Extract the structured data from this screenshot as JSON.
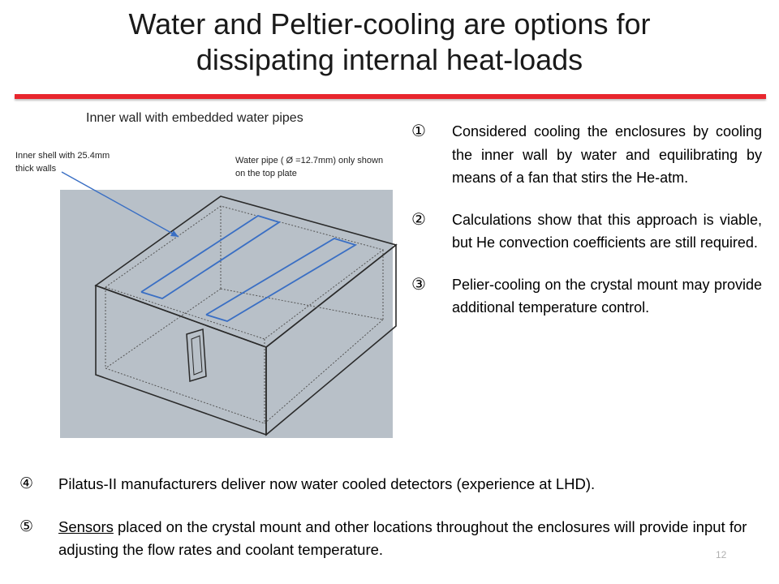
{
  "slide": {
    "title_line1": "Water and Peltier-cooling are options for",
    "title_line2": "dissipating internal heat-loads",
    "accent_color": "#e8262d"
  },
  "figure": {
    "caption": "Inner wall with embedded water pipes",
    "annotation_inner_shell": "Inner shell with 25.4mm thick walls",
    "annotation_water_pipe": "Water pipe ( Ø =12.7mm) only shown on the top plate",
    "background_color": "#b8c0c8",
    "pipe_color": "#3a6fc4"
  },
  "points": [
    {
      "num": "①",
      "text": "Considered cooling the enclosures by cooling the inner wall by water and equilibrating by means of a fan that stirs the He-atm."
    },
    {
      "num": "②",
      "text": "Calculations show that this approach is viable, but He convection coefficients are still required."
    },
    {
      "num": "③",
      "text": "Pelier-cooling on the crystal mount may provide additional temperature control."
    }
  ],
  "bottom_points": [
    {
      "num": "④",
      "text": "Pilatus-II manufacturers deliver now water cooled detectors (experience at LHD)."
    },
    {
      "num": "⑤",
      "link": "Sensors",
      "text": " placed on the crystal mount and other locations throughout the enclosures will provide input for adjusting the flow rates and coolant temperature."
    }
  ],
  "page_number": "12"
}
